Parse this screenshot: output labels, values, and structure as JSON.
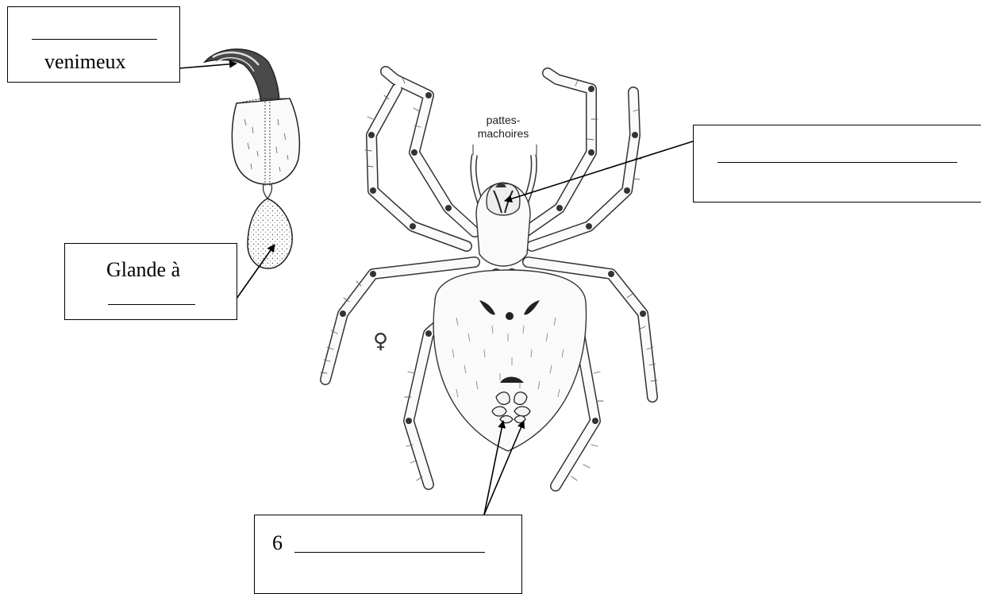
{
  "labels": {
    "venom_box_text": "venimeux",
    "gland_box_line1": "Glande à",
    "spinnerets_box_number": "6",
    "pedipalps_label": "pattes-\nmachoires",
    "female_symbol": "♀"
  },
  "colors": {
    "line": "#000000",
    "drawing": "#3a3a3a",
    "fang": "#4a4a4a",
    "background": "#ffffff"
  }
}
